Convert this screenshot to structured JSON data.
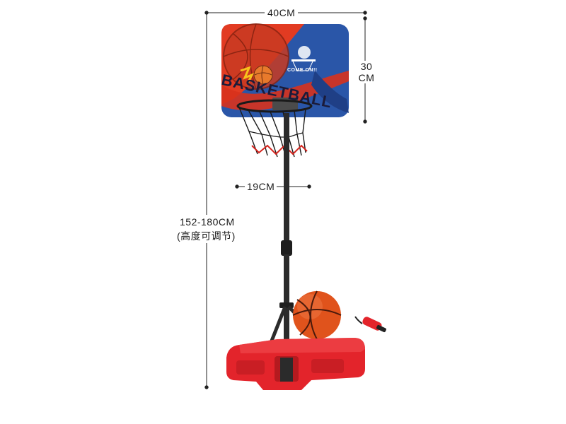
{
  "dimensions": {
    "width_label": "40CM",
    "height_label_line1": "30",
    "height_label_line2": "CM",
    "hoop_label": "19CM",
    "total_label": "152-180CM",
    "total_note": "(高度可调节)"
  },
  "backboard": {
    "slogan": "COME ON!!",
    "word": "BASKETBALL"
  },
  "colors": {
    "backboard_red": "#e23b22",
    "backboard_blue": "#2a56a8",
    "base_red": "#e3242b",
    "pole": "#2b2b2b",
    "ball": "#e0531c",
    "dimension_line": "#222222"
  },
  "icons": [
    "basketball-icon",
    "pump-icon",
    "hoop-net-icon"
  ]
}
